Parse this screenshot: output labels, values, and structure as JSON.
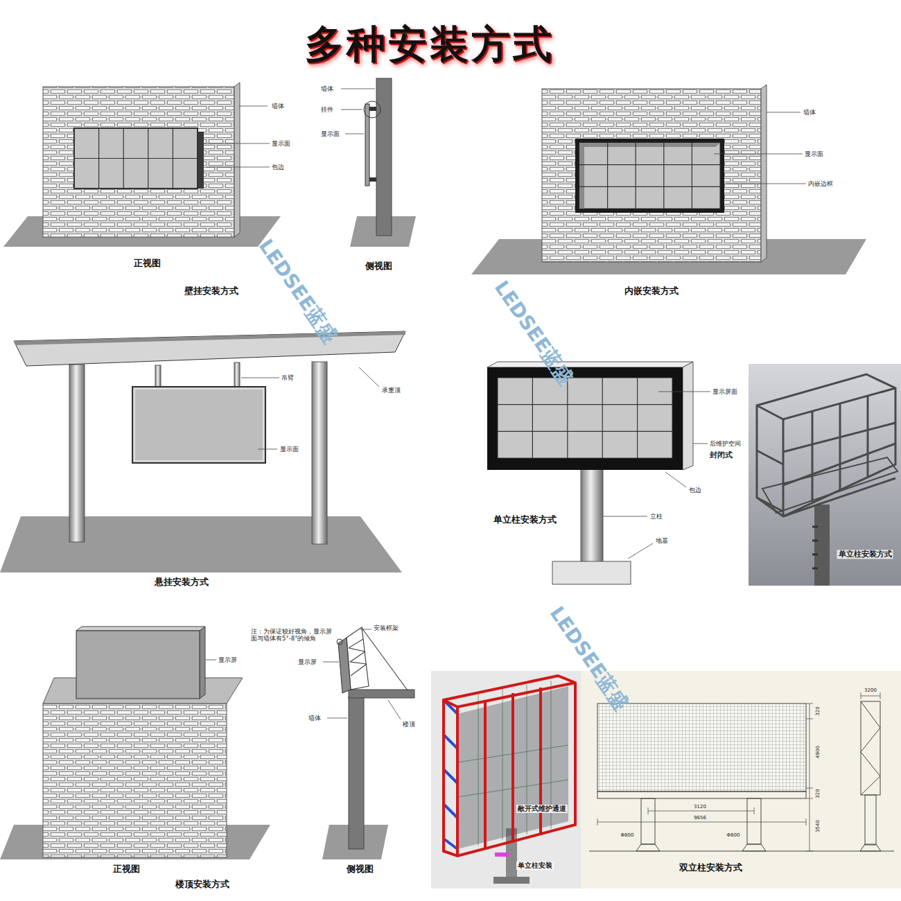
{
  "diagram": {
    "title": "多种安装方式",
    "labels": [
      "墙体",
      "显示面",
      "包边",
      "正视图",
      "壁挂安装方式",
      "墙体",
      "挂件",
      "显示面",
      "侧视图",
      "墙体",
      "显示面",
      "内嵌边框",
      "内嵌安装方式",
      "吊臂",
      "承重顶",
      "显示面",
      "悬挂安装方式",
      "显示屏面",
      "后维护空间",
      "封闭式",
      "包边",
      "立柱",
      "地基",
      "单立柱安装方式",
      "单立柱安装方式",
      "显示屏",
      "正视图",
      "楼顶安装方式",
      "注：为保证较好视角，显示屏面与墙体有5°-8°的倾角",
      "安装框架",
      "显示屏",
      "墙体",
      "楼顶",
      "侧视图",
      "敞开式维护通道",
      "单立柱安装",
      "双立柱安装方式",
      "3200",
      "320",
      "4900",
      "320",
      "3540",
      "3120",
      "9656",
      "Φ800",
      "Φ800",
      "LEDSEE蓝盛",
      "LEDSEE蓝盛",
      "LEDSEE蓝盛"
    ]
  }
}
